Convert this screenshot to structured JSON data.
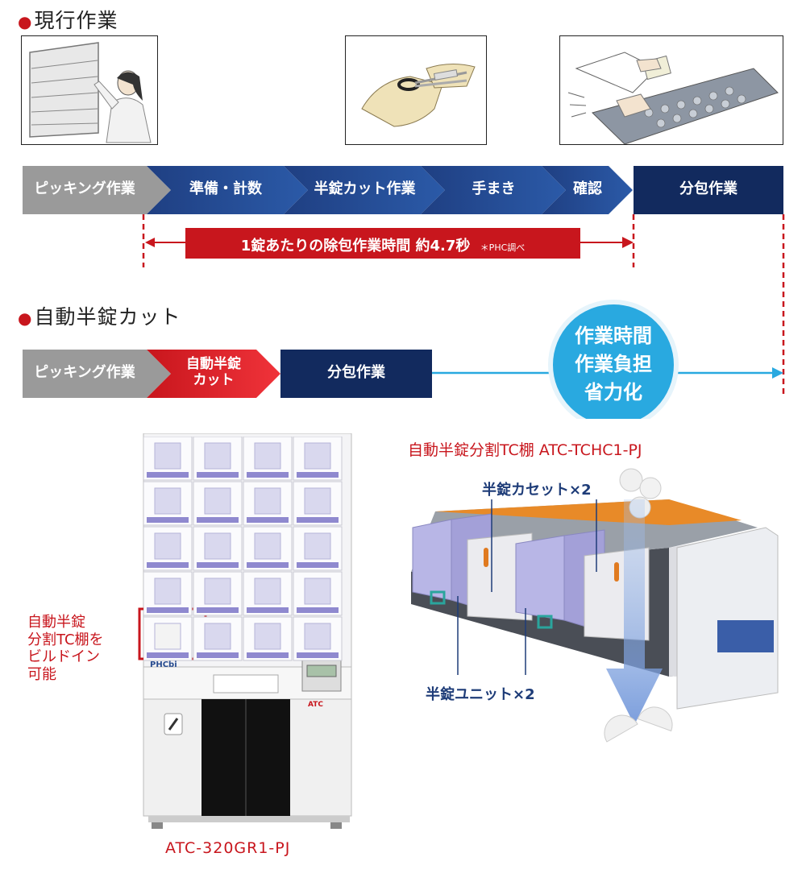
{
  "sections": {
    "current_title": "現行作業",
    "auto_title": "自動半錠カット"
  },
  "current_flow": {
    "steps": [
      "ピッキング作業",
      "準備・計数",
      "半錠カット作業",
      "手まき",
      "確認"
    ],
    "final": "分包作業"
  },
  "timing_banner": {
    "main": "1錠あたりの除包作業時間  約4.7秒",
    "note": "＊PHC調べ"
  },
  "auto_flow": {
    "step1": "ピッキング作業",
    "step2_line1": "自動半錠",
    "step2_line2": "カット",
    "final": "分包作業"
  },
  "benefit_circle": {
    "line1": "作業時間",
    "line2": "作業負担",
    "line3": "省力化"
  },
  "machine": {
    "brand": "PHCbi",
    "panel_label": "ATC",
    "model": "ATC-320GR1-PJ"
  },
  "builtin_note": [
    "自動半錠",
    "分割TC棚を",
    "ビルドイン",
    "可能"
  ],
  "tc_shelf": {
    "title": "自動半錠分割TC棚  ATC-TCHC1-PJ",
    "cassette_label": "半錠カセット×2",
    "unit_label": "半錠ユニット×2"
  },
  "colors": {
    "grey": "#9a9a9a",
    "navy": "#122a5e",
    "blue": "#244f96",
    "red": "#c8161d",
    "cyan": "#29a9e0"
  }
}
